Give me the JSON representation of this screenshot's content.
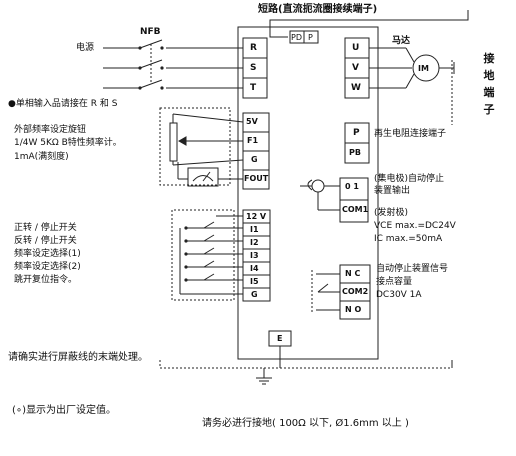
{
  "title": "短路(直流扼流圈接续端子)",
  "pd_label": "PD",
  "p_label": "P",
  "nfb_label": "NFB",
  "power_label": "电源",
  "motor_label": "马达",
  "motor_symbol": "IM",
  "ground_terminal_label": "接地端子",
  "note_single_phase": "●单相输入品请接在 R 和 S",
  "pot_note": [
    "外部频率设定旋钮",
    "1/4W 5KΩ  B特性频率计。",
    "1mA(满刻度)"
  ],
  "input_terms": [
    "R",
    "S",
    "T"
  ],
  "output_terms": [
    "U",
    "V",
    "W"
  ],
  "analog_terms": [
    "5V",
    "F1",
    "G",
    "FOUT"
  ],
  "brake_terms": [
    "P",
    "PB"
  ],
  "brake_note": "再生电阻连接端子",
  "digital_terms": [
    "12 V",
    "I1",
    "I2",
    "I3",
    "I4",
    "I5",
    "G"
  ],
  "digital_labels": [
    "正转 / 停止开关",
    "反转 / 停止开关",
    "频率设定选择(1)",
    "频率设定选择(2)",
    "跳开复位指令。"
  ],
  "oc_terms": [
    "0  1",
    "COM1"
  ],
  "oc_note1": [
    "(集电极)自动停止",
    "装置输出"
  ],
  "oc_note2": [
    "(发射极)",
    "VCE max.=DC24V",
    "IC max.=50mA"
  ],
  "relay_terms": [
    "N C",
    "COM2",
    "N O"
  ],
  "relay_note": [
    "自动停止装置信号",
    "接点容量",
    "DC30V  1A"
  ],
  "e_term": "E",
  "shield_note": "请确实进行屏蔽线的末端处理。",
  "default_note": "(∘)显示为出厂设定值。",
  "ground_note": "请务必进行接地( 100Ω 以下, Ø1.6mm 以上 )"
}
